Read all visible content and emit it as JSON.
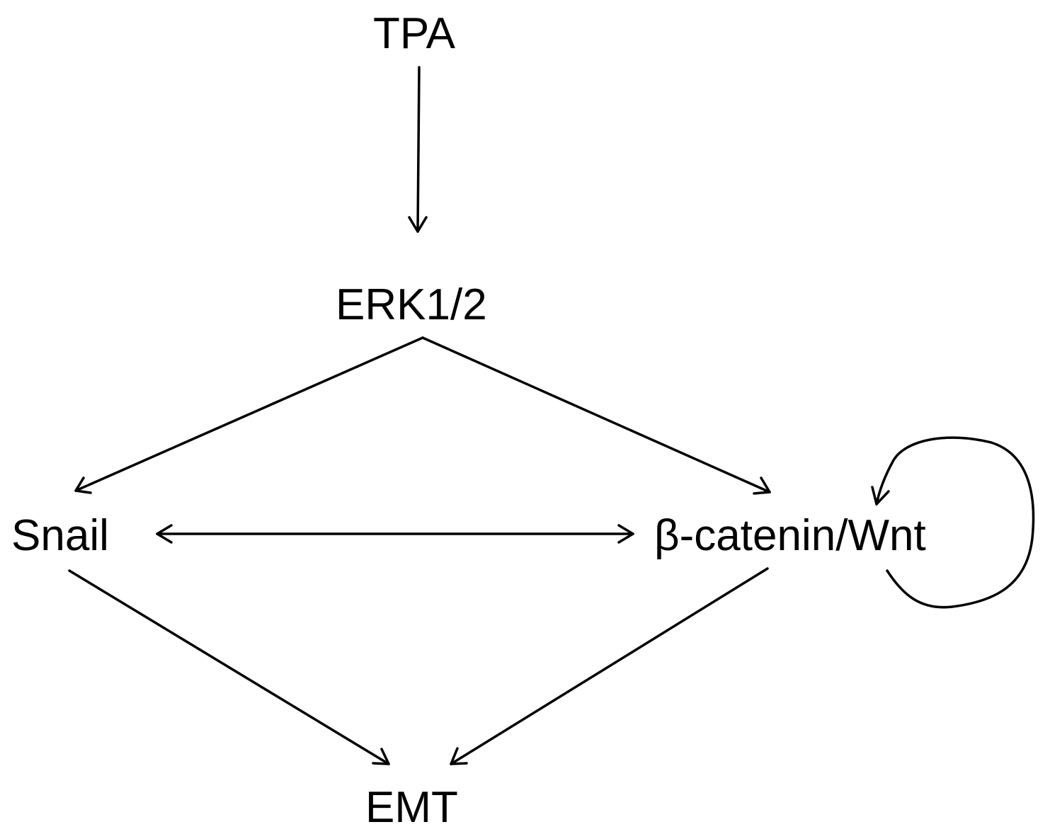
{
  "colors": {
    "background": "#ffffff",
    "ink": "#000000"
  },
  "nodes": {
    "tpa": "TPA",
    "erk": "ERK1/2",
    "snail": "Snail",
    "beta_catenin": "β-catenin/Wnt",
    "emt": "EMT"
  },
  "edges": [
    {
      "from": "TPA",
      "to": "ERK1/2"
    },
    {
      "from": "ERK1/2",
      "to": "Snail"
    },
    {
      "from": "ERK1/2",
      "to": "β-catenin/Wnt"
    },
    {
      "from": "Snail",
      "to": "β-catenin/Wnt",
      "bidirectional": true
    },
    {
      "from": "β-catenin/Wnt",
      "to": "β-catenin/Wnt",
      "self_loop": true
    },
    {
      "from": "Snail",
      "to": "EMT"
    },
    {
      "from": "β-catenin/Wnt",
      "to": "EMT"
    }
  ]
}
